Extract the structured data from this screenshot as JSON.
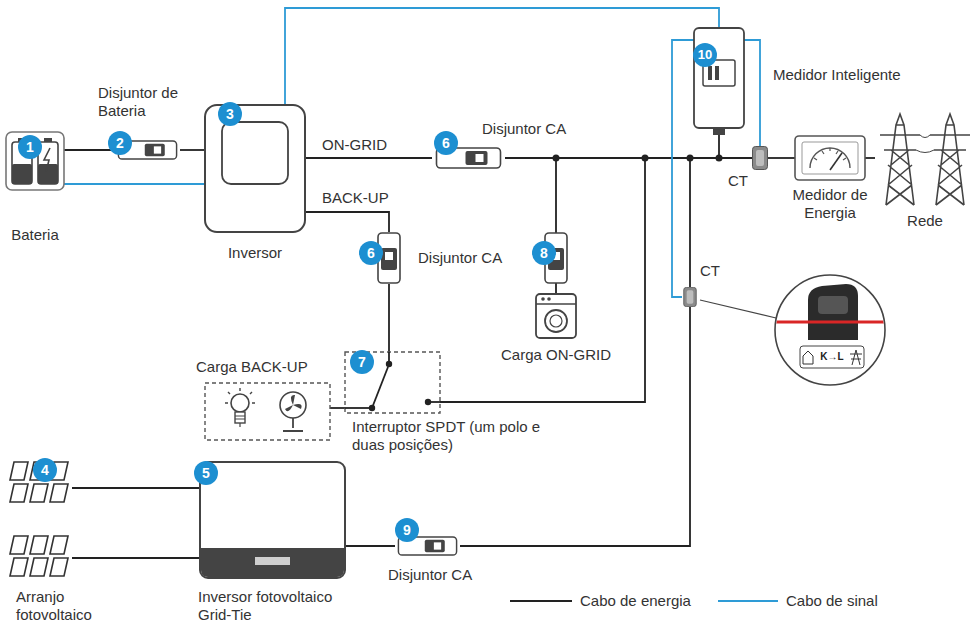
{
  "diagram": {
    "nodes": [
      {
        "text": [
          "Bateria"
        ]
      },
      {
        "text": [
          "Disjuntor de Bateria"
        ]
      },
      {
        "text": [
          "Inversor"
        ]
      },
      {
        "text": [
          "Disjuntor CA"
        ]
      },
      {
        "text": [
          "Medidor Inteligente"
        ]
      },
      {
        "text": [
          "CT"
        ]
      },
      {
        "text": [
          "Medidor de Energia"
        ]
      },
      {
        "text": [
          "Rede"
        ]
      },
      {
        "text": [
          "Disjuntor CA"
        ]
      },
      {
        "text": [
          "Carga ON-GRID"
        ]
      },
      {
        "text": [
          "CT"
        ]
      },
      {
        "text": [
          "Carga BACK-UP"
        ]
      },
      {
        "text": [
          "Interruptor SPDT (um polo e duas posições)"
        ]
      },
      {
        "text": [
          "Arranjo fotovoltaico"
        ]
      },
      {
        "text": [
          "Inversor fotovoltaico Grid-Tie"
        ]
      },
      {
        "text": [
          "Disjuntor CA"
        ]
      }
    ],
    "edges": [
      {
        "from": 0,
        "to": 1,
        "arrow": "none"
      },
      {
        "from": 1,
        "to": 2,
        "arrow": "none"
      },
      {
        "from": 0,
        "to": 2,
        "arrow": "none"
      },
      {
        "from": 2,
        "to": 3,
        "label": "ON-GRID",
        "arrow": "none"
      },
      {
        "from": 2,
        "to": 8,
        "label": "BACK-UP",
        "arrow": "none"
      },
      {
        "from": 8,
        "to": 12,
        "arrow": "none"
      },
      {
        "from": 12,
        "to": 11,
        "arrow": "none"
      },
      {
        "from": 3,
        "to": 9,
        "arrow": "none"
      },
      {
        "from": 3,
        "to": 5,
        "arrow": "none"
      },
      {
        "from": 12,
        "to": 5,
        "arrow": "none"
      },
      {
        "from": 5,
        "to": 6,
        "arrow": "none"
      },
      {
        "from": 6,
        "to": 7,
        "arrow": "none"
      },
      {
        "from": 2,
        "to": 4,
        "arrow": "none"
      },
      {
        "from": 4,
        "to": 5,
        "arrow": "none"
      },
      {
        "from": 4,
        "to": 10,
        "arrow": "none"
      },
      {
        "from": 13,
        "to": 14,
        "arrow": "none"
      },
      {
        "from": 14,
        "to": 15,
        "arrow": "none"
      },
      {
        "from": 15,
        "to": 10,
        "arrow": "none"
      },
      {
        "from": 10,
        "to": 5,
        "arrow": "none"
      }
    ],
    "labels": [
      "1",
      "2",
      "3",
      "10",
      "6",
      "6",
      "8",
      "7",
      "4",
      "5",
      "9",
      "K→L"
    ],
    "legend": [
      {
        "text": "Cabo de energia"
      },
      {
        "text": "Cabo de sinal"
      }
    ]
  }
}
